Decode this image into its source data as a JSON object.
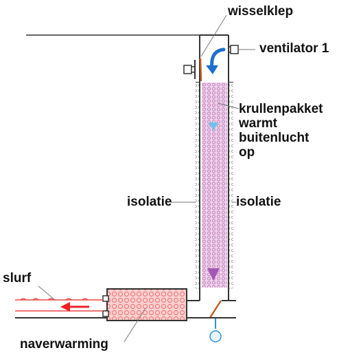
{
  "labels": {
    "wisselklep": "wisselklep",
    "ventilator": "ventilator 1",
    "krullenpakket_lines": [
      "krullenpakket",
      "warmt",
      "buitenlucht",
      "op"
    ],
    "isolatie_left": "isolatie",
    "isolatie_right": "isolatie",
    "slurf": "slurf",
    "naverwarming": "naverwarming"
  },
  "colors": {
    "line": "#333333",
    "packing_fill": "#eed0ea",
    "packing_pattern": "#b66fb0",
    "insulation": "#a4a4a4",
    "heater_fill": "#fbd0d0",
    "heater_pattern": "#ea7070",
    "air_arrow": "#1c6fd0",
    "down_arrow_top": "#6cc3ea",
    "down_arrow_bottom": "#a557b5",
    "hose": "#ee4444",
    "drop": "#2e8fe0",
    "valve": "#c05d24"
  }
}
